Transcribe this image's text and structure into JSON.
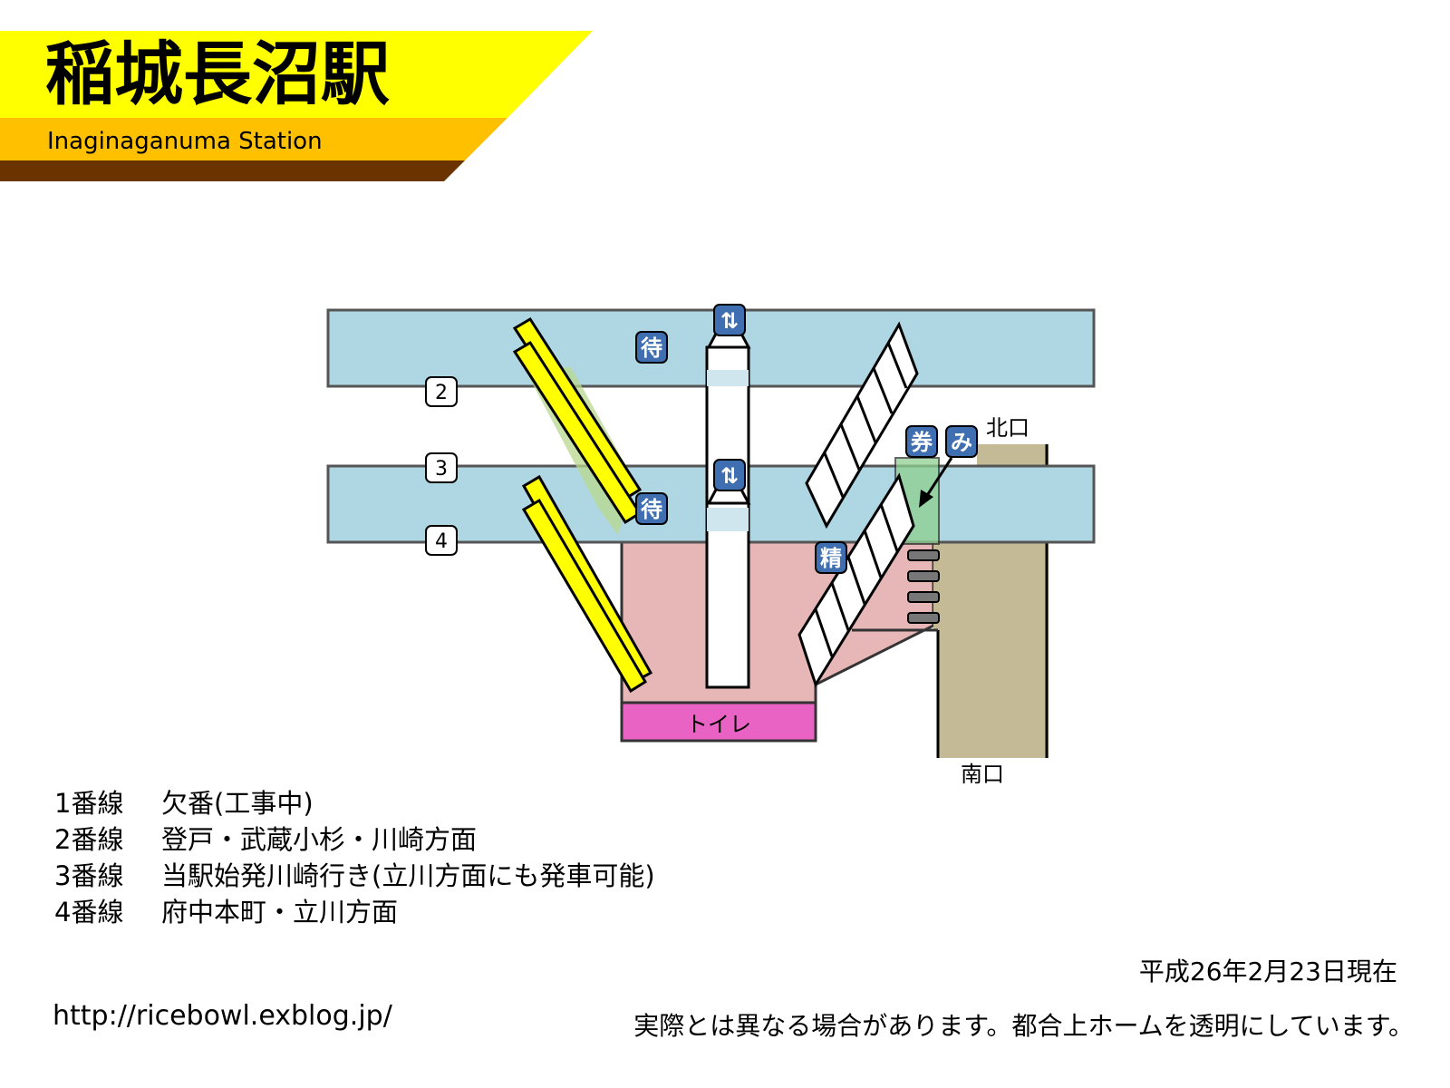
{
  "header": {
    "title": "稲城長沼駅",
    "subtitle": "Inaginaganuma Station"
  },
  "diagram": {
    "track_numbers": [
      "2",
      "3",
      "4"
    ],
    "exits": {
      "north": "北口",
      "south": "南口"
    },
    "icons": {
      "waiting_room": "待",
      "elevator": "⇅",
      "ticket_machine": "券",
      "green_window": "み",
      "fare_adjustment": "精"
    },
    "toilet_label": "トイレ"
  },
  "legend": [
    {
      "line": "1番線",
      "desc": "欠番(工事中)"
    },
    {
      "line": "2番線",
      "desc": "登戸・武蔵小杉・川崎方面"
    },
    {
      "line": "3番線",
      "desc": "当駅始発川崎行き(立川方面にも発車可能)"
    },
    {
      "line": "4番線",
      "desc": "府中本町・立川方面"
    }
  ],
  "footer": {
    "date": "平成26年2月23日現在",
    "url": "http://ricebowl.exblog.jp/",
    "note": "実際とは異なる場合があります。都合上ホームを透明にしています。"
  },
  "colors": {
    "header_yellow": "#ffff00",
    "header_orange": "#ffc000",
    "header_brown": "#6a3300",
    "platform": "#aed7e3",
    "concourse": "#e7b6b6",
    "toilet": "#e863c4",
    "exit_path": "#c4bb96",
    "escalator": "#ffff00",
    "icon_bg": "#3f6fb0",
    "gate_area": "#a6d8a0"
  }
}
